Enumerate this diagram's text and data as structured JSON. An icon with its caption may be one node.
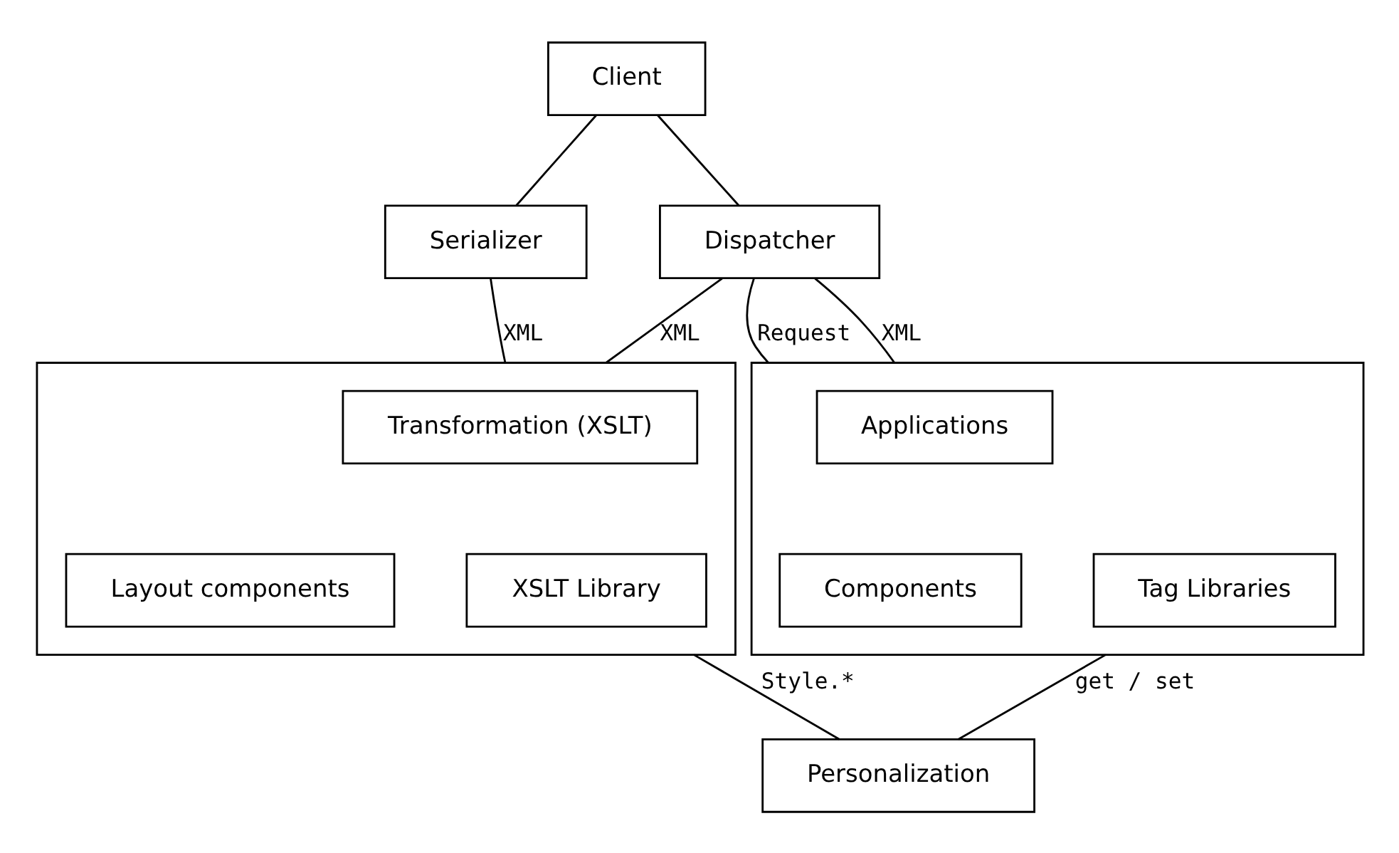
{
  "diagram": {
    "nodes": [
      {
        "text": [
          "Client"
        ]
      },
      {
        "text": [
          "Serializer"
        ]
      },
      {
        "text": [
          "Dispatcher"
        ]
      },
      {
        "text": [],
        "shape": "box"
      },
      {
        "text": [
          "Transformation (XSLT)"
        ],
        "in": 3
      },
      {
        "text": [
          "Layout components"
        ],
        "in": 3
      },
      {
        "text": [
          "XSLT Library"
        ],
        "in": 3
      },
      {
        "text": [],
        "shape": "box"
      },
      {
        "text": [
          "Applications"
        ],
        "in": 7
      },
      {
        "text": [
          "Components"
        ],
        "in": 7
      },
      {
        "text": [
          "Tag Libraries"
        ],
        "in": 7
      },
      {
        "text": [
          "Personalization"
        ]
      }
    ],
    "edges": [
      {
        "from": 0,
        "to": 1,
        "arrow": "none"
      },
      {
        "from": 0,
        "to": 2,
        "arrow": "none"
      },
      {
        "from": 1,
        "to": 3,
        "arrow": "none",
        "label": "XML"
      },
      {
        "from": 2,
        "to": 3,
        "arrow": "none",
        "label": "XML"
      },
      {
        "from": 2,
        "to": 7,
        "arrow": "none",
        "label": "Request"
      },
      {
        "from": 2,
        "to": 7,
        "arrow": "none",
        "label": "XML"
      },
      {
        "from": 3,
        "to": 11,
        "arrow": "none",
        "label": "Style.*"
      },
      {
        "from": 7,
        "to": 11,
        "arrow": "none",
        "label": "get / set"
      }
    ]
  }
}
